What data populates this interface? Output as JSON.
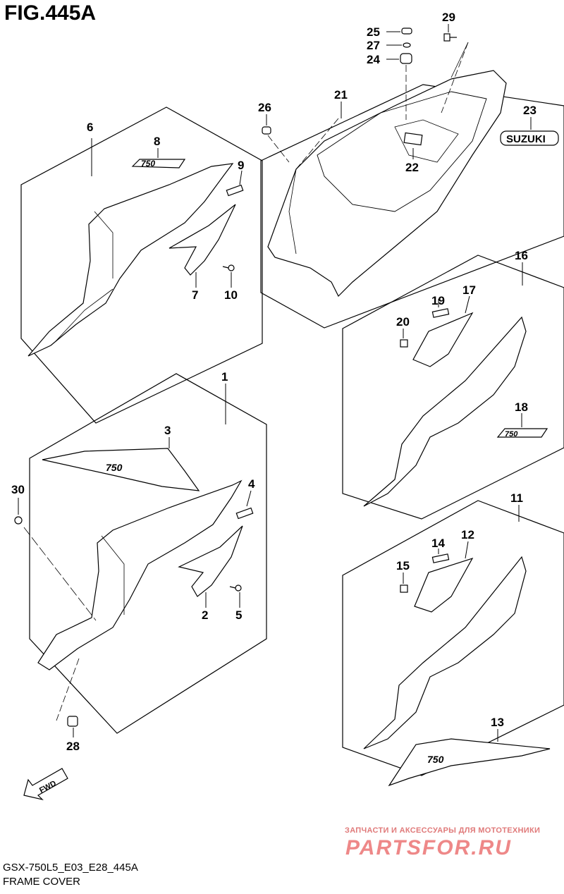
{
  "title": "FIG.445A",
  "footer": {
    "model_code": "GSX-750L5_E03_E28_445A",
    "caption": "FRAME COVER"
  },
  "watermark": {
    "tagline": "ЗАПЧАСТИ И АКСЕССУАРЫ ДЛЯ МОТОТЕХНИКИ",
    "brand": "PARTSFOR.RU"
  },
  "decals": {
    "model_emblem": "750",
    "brand_emblem": "SUZUKI"
  },
  "fwd_arrow_label": "FWD",
  "callouts": {
    "p1": "1",
    "p2": "2",
    "p3": "3",
    "p4": "4",
    "p5": "5",
    "p6": "6",
    "p7": "7",
    "p8": "8",
    "p9": "9",
    "p10": "10",
    "p11": "11",
    "p12": "12",
    "p13": "13",
    "p14": "14",
    "p15": "15",
    "p16": "16",
    "p17": "17",
    "p18": "18",
    "p19": "19",
    "p20": "20",
    "p21": "21",
    "p22": "22",
    "p23": "23",
    "p24": "24",
    "p25": "25",
    "p26": "26",
    "p27": "27",
    "p28": "28",
    "p29": "29",
    "p30": "30"
  }
}
